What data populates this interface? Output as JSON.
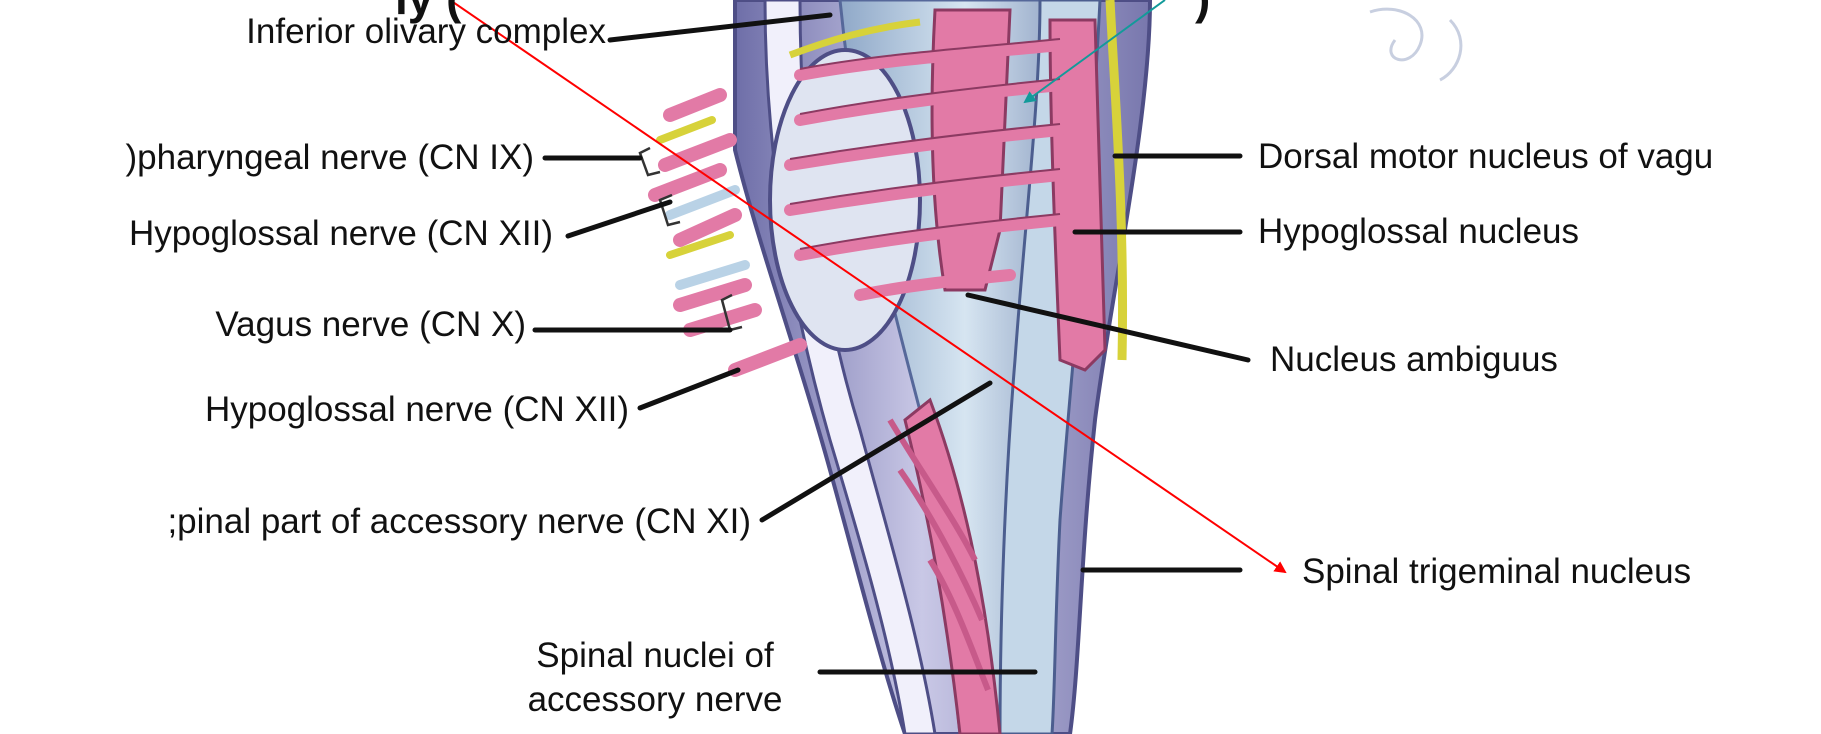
{
  "figure": {
    "title_fragment": "ly (",
    "title_fragment_right": ")",
    "labels": {
      "inferior_olivary_complex": "Inferior olivary complex",
      "glossopharyngeal_nerve": ")pharyngeal nerve (CN IX)",
      "hypoglossal_nerve_upper": "Hypoglossal nerve (CN XII)",
      "vagus_nerve": "Vagus nerve (CN X)",
      "hypoglossal_nerve_lower": "Hypoglossal nerve (CN XII)",
      "spinal_accessory_nerve": ";pinal part of accessory nerve (CN XI)",
      "spinal_nuclei_accessory_line1": "Spinal nuclei of",
      "spinal_nuclei_accessory_line2": "accessory nerve",
      "dorsal_motor_nucleus_vagus": "Dorsal motor nucleus of vagu",
      "hypoglossal_nucleus": "Hypoglossal nucleus",
      "nucleus_ambiguus": "Nucleus ambiguus",
      "spinal_trigeminal_nucleus": "Spinal trigeminal nucleus"
    },
    "colors": {
      "nerve_pink": "#e27aa6",
      "nerve_pink_dark": "#b8557f",
      "tract_yellow": "#d7d23a",
      "brainstem_blue": "#b9d2e6",
      "brainstem_lilac": "#a9a8d2",
      "arrow_red": "#ff0000",
      "arrow_teal": "#129a9a",
      "leader_black": "#111111"
    }
  }
}
